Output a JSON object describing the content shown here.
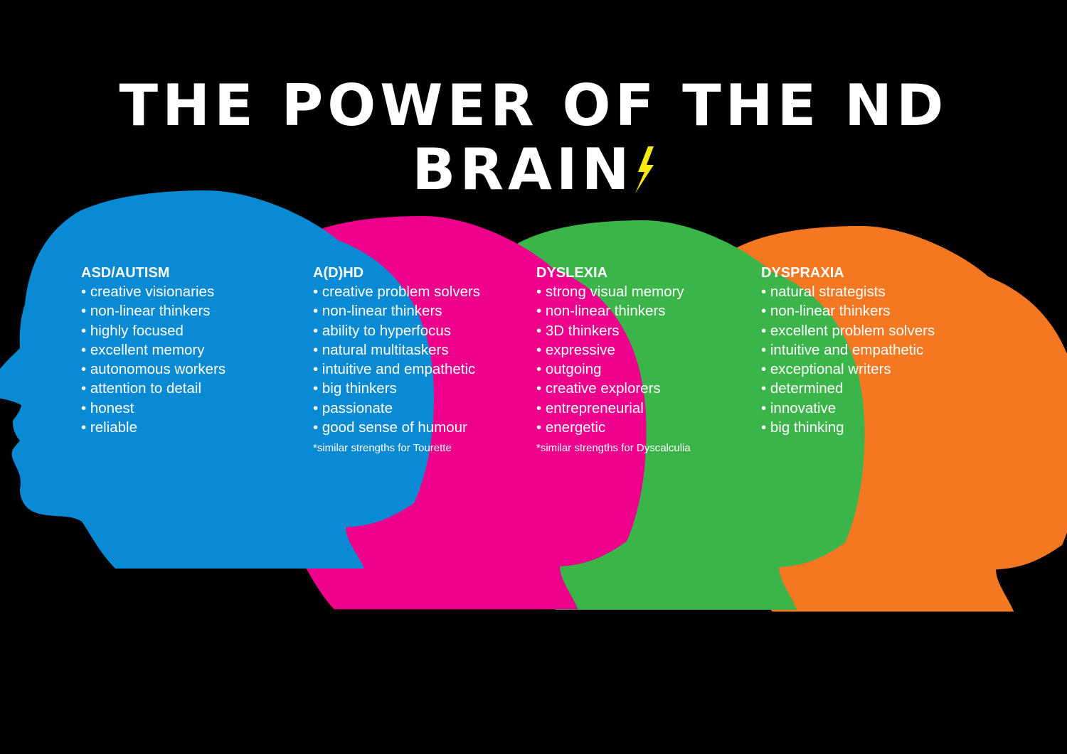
{
  "title": "THE POWER OF THE ND BRAIN",
  "title_icon": "lightning-bolt-icon",
  "colors": {
    "background": "#000000",
    "asd": "#0a8ad3",
    "adhd": "#ec008c",
    "dyslexia": "#3bb54a",
    "dyspraxia": "#f47721",
    "bolt": "#f7e814",
    "text": "#ffffff"
  },
  "sections": [
    {
      "heading": "ASD/AUTISM",
      "items": [
        "creative visionaries",
        "non-linear thinkers",
        "highly focused",
        "excellent memory",
        "autonomous workers",
        "attention to detail",
        "honest",
        "reliable"
      ]
    },
    {
      "heading": "A(D)HD",
      "items": [
        "creative problem solvers",
        "non-linear thinkers",
        "ability to hyperfocus",
        "natural multitaskers",
        "intuitive and empathetic",
        "big thinkers",
        "passionate",
        "good sense of humour"
      ],
      "note": "*similar strengths for Tourette"
    },
    {
      "heading": "DYSLEXIA",
      "items": [
        "strong visual memory",
        "non-linear thinkers",
        "3D thinkers",
        "expressive",
        "outgoing",
        "creative explorers",
        "entrepreneurial",
        "energetic"
      ],
      "note": "*similar strengths for Dyscalculia"
    },
    {
      "heading": "DYSPRAXIA",
      "items": [
        "natural strategists",
        "non-linear thinkers",
        "excellent problem solvers",
        "intuitive and empathetic",
        "exceptional writers",
        "determined",
        "innovative",
        "big thinking"
      ]
    }
  ]
}
